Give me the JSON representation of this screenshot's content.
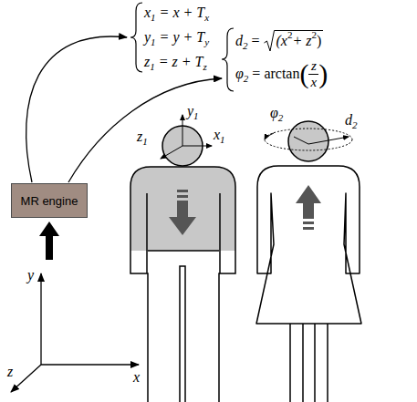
{
  "diagram": {
    "nodes": [
      {
        "text": [
          "MR engine"
        ]
      }
    ],
    "labels": [
      "x",
      "1",
      "= x + T",
      "x",
      "y",
      "1",
      "= y + T",
      "y",
      "z",
      "1",
      "= z + T",
      "z",
      "d",
      "2",
      "=",
      "(x",
      "2",
      "+ z",
      "2",
      ")",
      "φ",
      "2",
      "= arctan",
      "(",
      "z",
      "x",
      ")",
      "y",
      "1",
      "x",
      "1",
      "z",
      "1",
      "φ",
      "2",
      "d",
      "2",
      "y",
      "x",
      "z"
    ]
  }
}
